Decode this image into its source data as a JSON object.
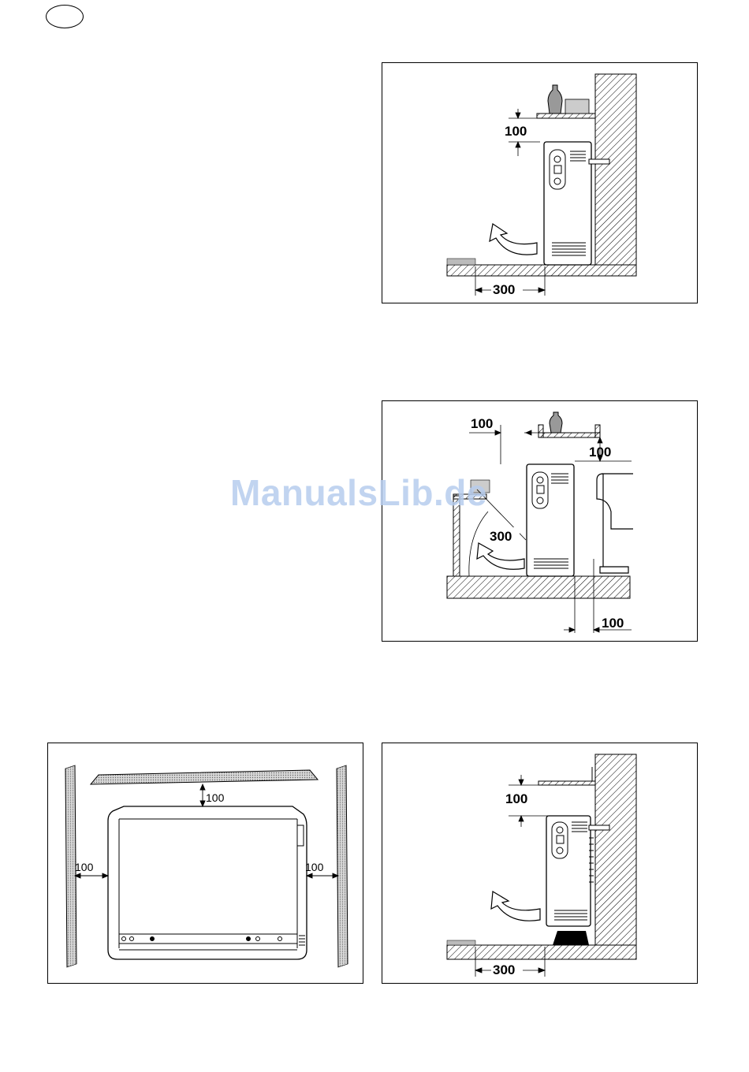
{
  "page": {
    "language_marker": ""
  },
  "figures": {
    "top_right": {
      "labels": [
        "100",
        "300"
      ]
    },
    "middle_right": {
      "labels": [
        "100",
        "100",
        "300",
        "100"
      ]
    },
    "bottom_left": {
      "labels": [
        "100",
        "100",
        "100"
      ]
    },
    "bottom_right": {
      "labels": [
        "100",
        "300"
      ]
    }
  },
  "watermark": {
    "text": "ManualsLib.de",
    "color": "#b7cdee"
  },
  "colors": {
    "line": "#000000",
    "background": "#ffffff"
  }
}
